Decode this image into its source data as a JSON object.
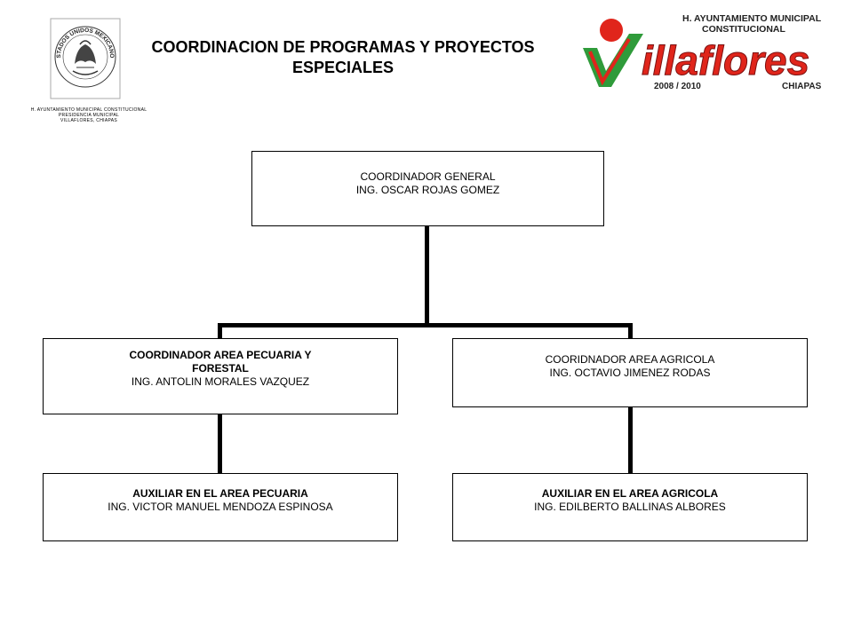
{
  "header": {
    "title_line1": "COORDINACION DE PROGRAMAS Y PROYECTOS",
    "title_line2": "ESPECIALES",
    "seal_text": "ESTADOS UNIDOS MEXICANOS",
    "seal_caption": [
      "H. AYUNTAMIENTO MUNICIPAL CONSTITUCIONAL",
      "PRESIDENCIA MUNICIPAL",
      "VILLAFLORES, CHIAPAS"
    ],
    "logo": {
      "line1": "H. AYUNTAMIENTO MUNICIPAL",
      "line2": "CONSTITUCIONAL",
      "name": "illaflores",
      "period": "2008 / 2010",
      "state": "CHIAPAS",
      "colors": {
        "red": "#e0251b",
        "green": "#2f9b3a"
      }
    }
  },
  "org": {
    "general": {
      "role": "COORDINADOR GENERAL",
      "name": "ING. OSCAR ROJAS GOMEZ"
    },
    "pecuaria": {
      "role_line1": "COORDINADOR AREA PECUARIA Y",
      "role_line2": "FORESTAL",
      "name": "ING. ANTOLIN MORALES VAZQUEZ"
    },
    "agricola": {
      "role": "COORIDNADOR AREA AGRICOLA",
      "name": "ING. OCTAVIO JIMENEZ RODAS"
    },
    "aux_pecuaria": {
      "role": "AUXILIAR EN EL AREA PECUARIA",
      "name": "ING. VICTOR MANUEL MENDOZA ESPINOSA"
    },
    "aux_agricola": {
      "role": "AUXILIAR EN EL AREA AGRICOLA",
      "name": "ING. EDILBERTO BALLINAS ALBORES"
    }
  }
}
